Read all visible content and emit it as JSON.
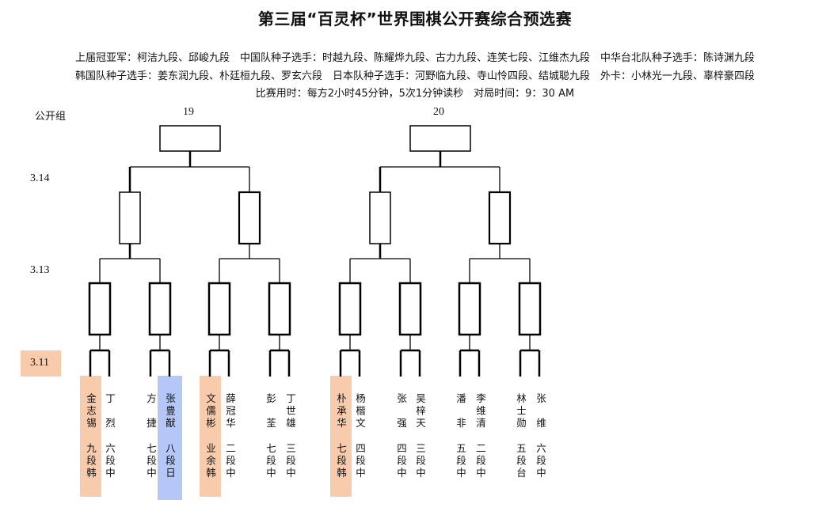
{
  "title": "第三届“百灵杯”世界围棋公开赛综合预选赛",
  "info_lines": [
    "上届冠亚军：柯洁九段、邱峻九段　中国队种子选手：时越九段、陈耀烨九段、古力九段、连笑七段、江维杰九段　中华台北队种子选手：陈诗渊九段",
    "韩国队种子选手：姜东润九段、朴廷桓九段、罗玄六段　日本队种子选手：河野临九段、寺山怜四段、结城聪九段　外卡：小林光一九段、辜梓豪四段",
    "比赛用时：每方2小时45分钟，5次1分钟读秒　对局时间：9：30 AM"
  ],
  "group_label": "公开组",
  "rounds": [
    "3.14",
    "3.13",
    "3.11"
  ],
  "brackets": [
    {
      "number": "19"
    },
    {
      "number": "20"
    }
  ],
  "colors": {
    "korea_highlight": "#F8CBAD",
    "japan_highlight": "#B4C7F7"
  },
  "players": [
    {
      "name": "金志锡",
      "rank": "九段",
      "nation": "韩",
      "highlight": "korea_highlight"
    },
    {
      "name": "丁烈",
      "rank": "六段",
      "nation": "中"
    },
    {
      "name": "方捷",
      "rank": "七段",
      "nation": "中"
    },
    {
      "name": "张豊猷",
      "rank": "八段",
      "nation": "日",
      "highlight": "japan_highlight"
    },
    {
      "name": "文儒彬",
      "rank": "业余",
      "nation": "韩",
      "highlight": "korea_highlight"
    },
    {
      "name": "薛冠华",
      "rank": "二段",
      "nation": "中"
    },
    {
      "name": "彭荃",
      "rank": "七段",
      "nation": "中"
    },
    {
      "name": "丁世雄",
      "rank": "三段",
      "nation": "中"
    },
    {
      "name": "朴承华",
      "rank": "七段",
      "nation": "韩",
      "highlight": "korea_highlight"
    },
    {
      "name": "杨楷文",
      "rank": "四段",
      "nation": "中"
    },
    {
      "name": "张强",
      "rank": "四段",
      "nation": "中"
    },
    {
      "name": "吴梓天",
      "rank": "三段",
      "nation": "中"
    },
    {
      "name": "潘非",
      "rank": "五段",
      "nation": "中"
    },
    {
      "name": "李维清",
      "rank": "二段",
      "nation": "中"
    },
    {
      "name": "林士勋",
      "rank": "五段",
      "nation": "台"
    },
    {
      "name": "张维",
      "rank": "六段",
      "nation": "中"
    }
  ]
}
